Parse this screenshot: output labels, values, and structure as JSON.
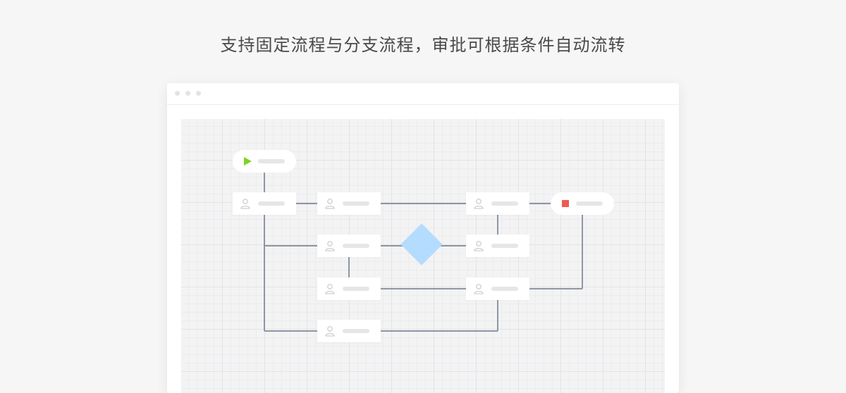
{
  "headline": "支持固定流程与分支流程，审批可根据条件自动流转",
  "window": {
    "controls": [
      "window-dot",
      "window-dot",
      "window-dot"
    ]
  },
  "flowchart": {
    "start_node": {
      "icon": "play-icon",
      "color": "#7ed321"
    },
    "end_node": {
      "icon": "stop-icon",
      "color": "#f05a50"
    },
    "approver_nodes": [
      {
        "id": "a1",
        "icon": "person-icon"
      },
      {
        "id": "a2",
        "icon": "person-icon"
      },
      {
        "id": "a3",
        "icon": "person-icon"
      },
      {
        "id": "a4",
        "icon": "person-icon"
      },
      {
        "id": "a5",
        "icon": "person-icon"
      },
      {
        "id": "a6",
        "icon": "person-icon"
      },
      {
        "id": "a7",
        "icon": "person-icon"
      },
      {
        "id": "a8",
        "icon": "person-icon"
      }
    ],
    "condition_node": {
      "icon": "diamond-shape",
      "color": "#b3dcff"
    },
    "connector_color": "#8e96a3"
  }
}
